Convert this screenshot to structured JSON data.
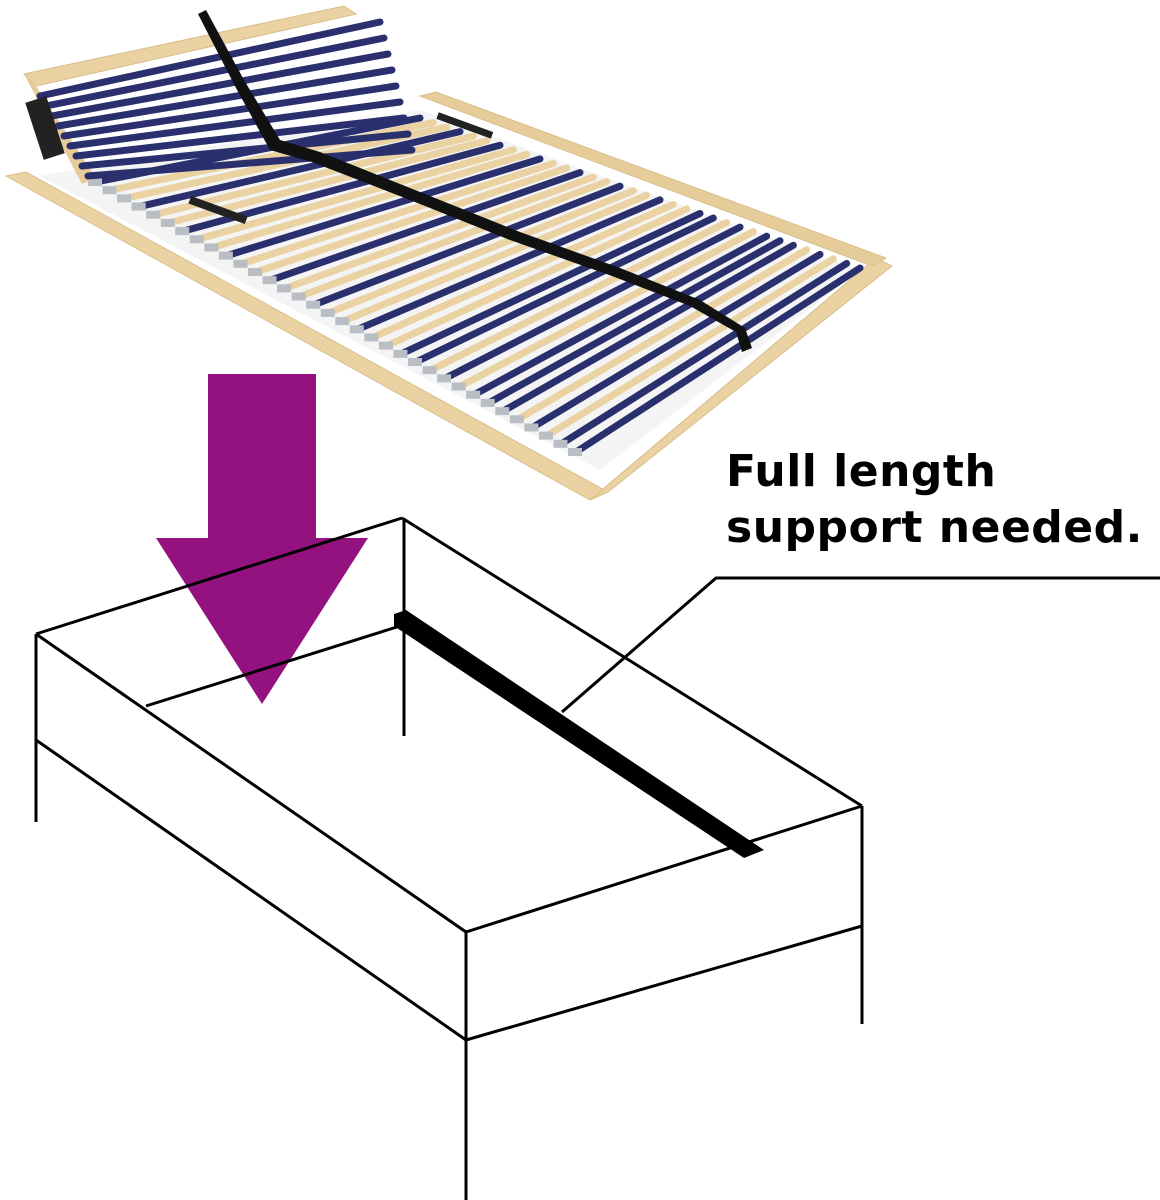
{
  "diagram": {
    "caption": {
      "line1": "Full length",
      "line2": "support needed."
    },
    "colors": {
      "arrow": "#93127F",
      "line": "#000000",
      "wood": "#EAD2A2",
      "slat_blue": "#2A2F6E",
      "clip_grey": "#B9BEC4",
      "strap": "#111111",
      "background": "#FFFFFF"
    },
    "elements": {
      "product": "slatted bed base with adjustable head section",
      "arrow": "down-arrow indicating placement",
      "frame": "line drawing of bed frame with central support beam",
      "leader": "leader line from caption to support beam"
    }
  }
}
